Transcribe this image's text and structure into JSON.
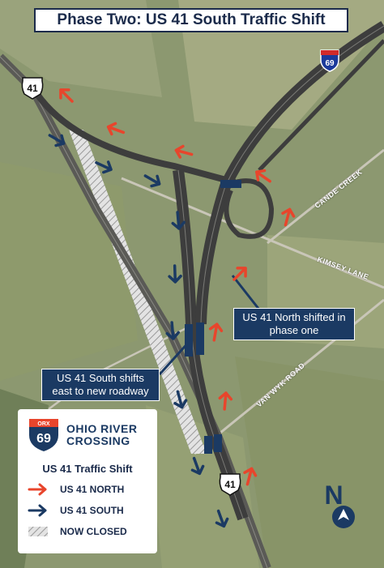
{
  "title": "Phase Two: US 41 South Traffic Shift",
  "callouts": {
    "north_shift": "US 41 North shifted in phase one",
    "south_shift": "US 41 South shifts east to new roadway"
  },
  "road_labels": {
    "cande_creek": "CANDE CREEK",
    "kimsey_lane": "KIMSEY LANE",
    "van_wyk_road": "VAN WYK ROAD"
  },
  "shields": {
    "us41_top": "41",
    "us41_bottom": "41",
    "interstate": "69"
  },
  "legend": {
    "brand_orx": "ORX",
    "brand_number": "69",
    "brand_line1": "OHIO RIVER",
    "brand_line2": "CROSSING",
    "title": "US 41 Traffic Shift",
    "items": [
      {
        "label": "US 41 NORTH",
        "color": "#e8452c"
      },
      {
        "label": "US 41 SOUTH",
        "color": "#1b3a63"
      },
      {
        "label": "NOW CLOSED",
        "color": "#c8c8c8"
      }
    ]
  },
  "compass": {
    "letter": "N"
  },
  "colors": {
    "north": "#e8452c",
    "south": "#1b3a63",
    "road": "#3d3d3d",
    "closed": "#d6d6d6"
  }
}
